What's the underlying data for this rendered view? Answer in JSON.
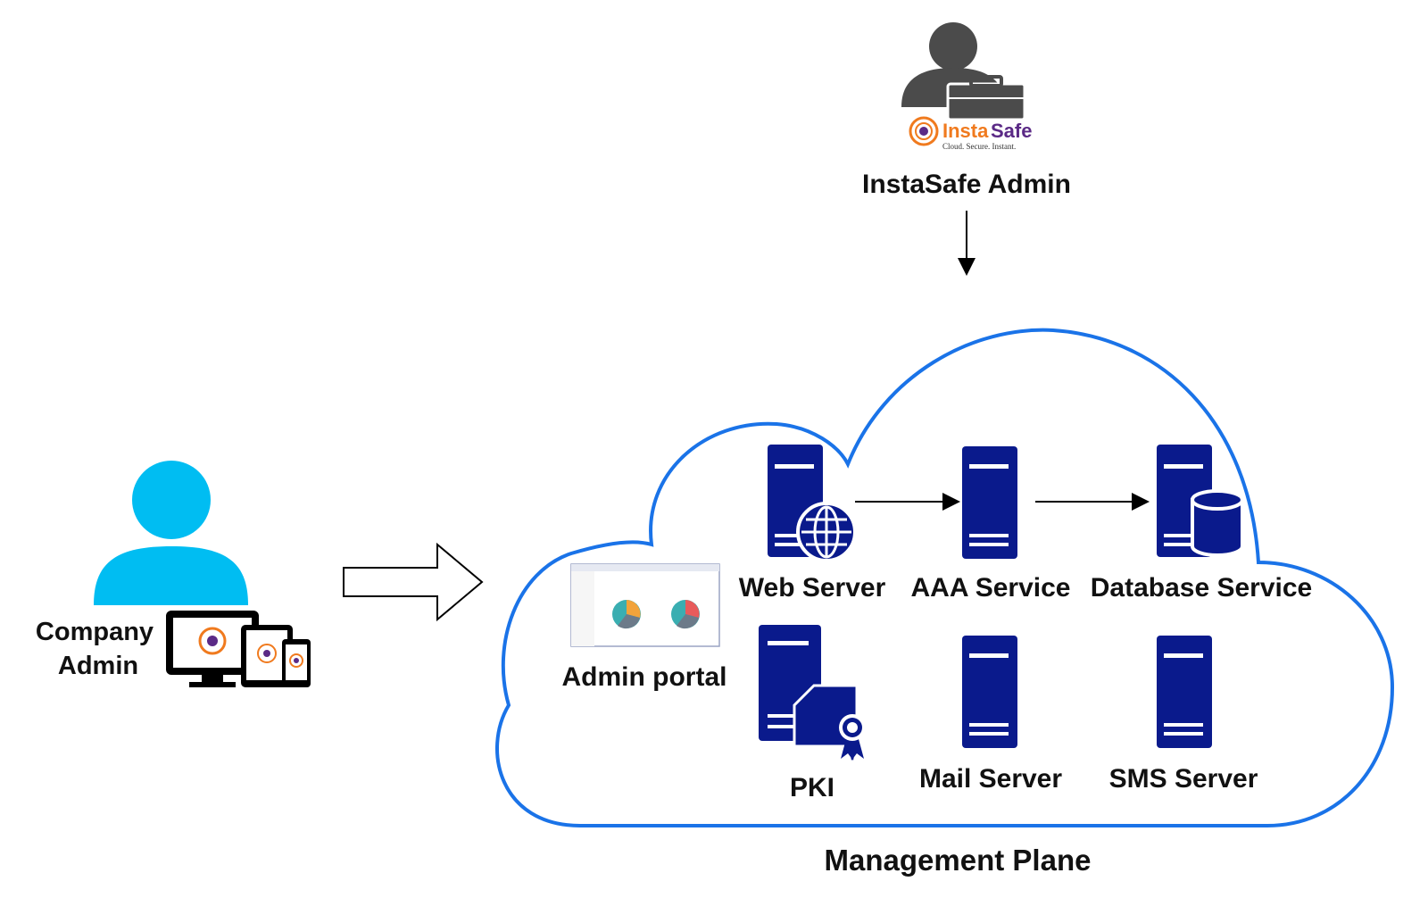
{
  "colors": {
    "server": "#0a1a8c",
    "cloud_stroke": "#1a73e8",
    "company_admin": "#00bdf2",
    "instasafe_admin": "#4b4b4b",
    "logo_orange": "#f07a1e",
    "logo_purple": "#5b2a86"
  },
  "instasafe_admin": {
    "label": "InstaSafe Admin",
    "icon": "admin-with-briefcase-icon",
    "logo_text_a": "Insta",
    "logo_text_b": "Safe",
    "logo_tagline": "Cloud. Secure. Instant."
  },
  "company_admin": {
    "label_line1": "Company",
    "label_line2": "Admin",
    "icon": "user-with-devices-icon"
  },
  "cloud": {
    "label": "Management Plane",
    "components": {
      "admin_portal": "Admin portal",
      "web_server": "Web Server",
      "aaa_service": "AAA Service",
      "database_service": "Database Service",
      "pki": "PKI",
      "mail_server": "Mail Server",
      "sms_server": "SMS Server"
    }
  },
  "edges": [
    {
      "from": "instasafe_admin",
      "to": "management_plane"
    },
    {
      "from": "company_admin",
      "to": "management_plane"
    },
    {
      "from": "web_server",
      "to": "aaa_service"
    },
    {
      "from": "aaa_service",
      "to": "database_service"
    }
  ]
}
